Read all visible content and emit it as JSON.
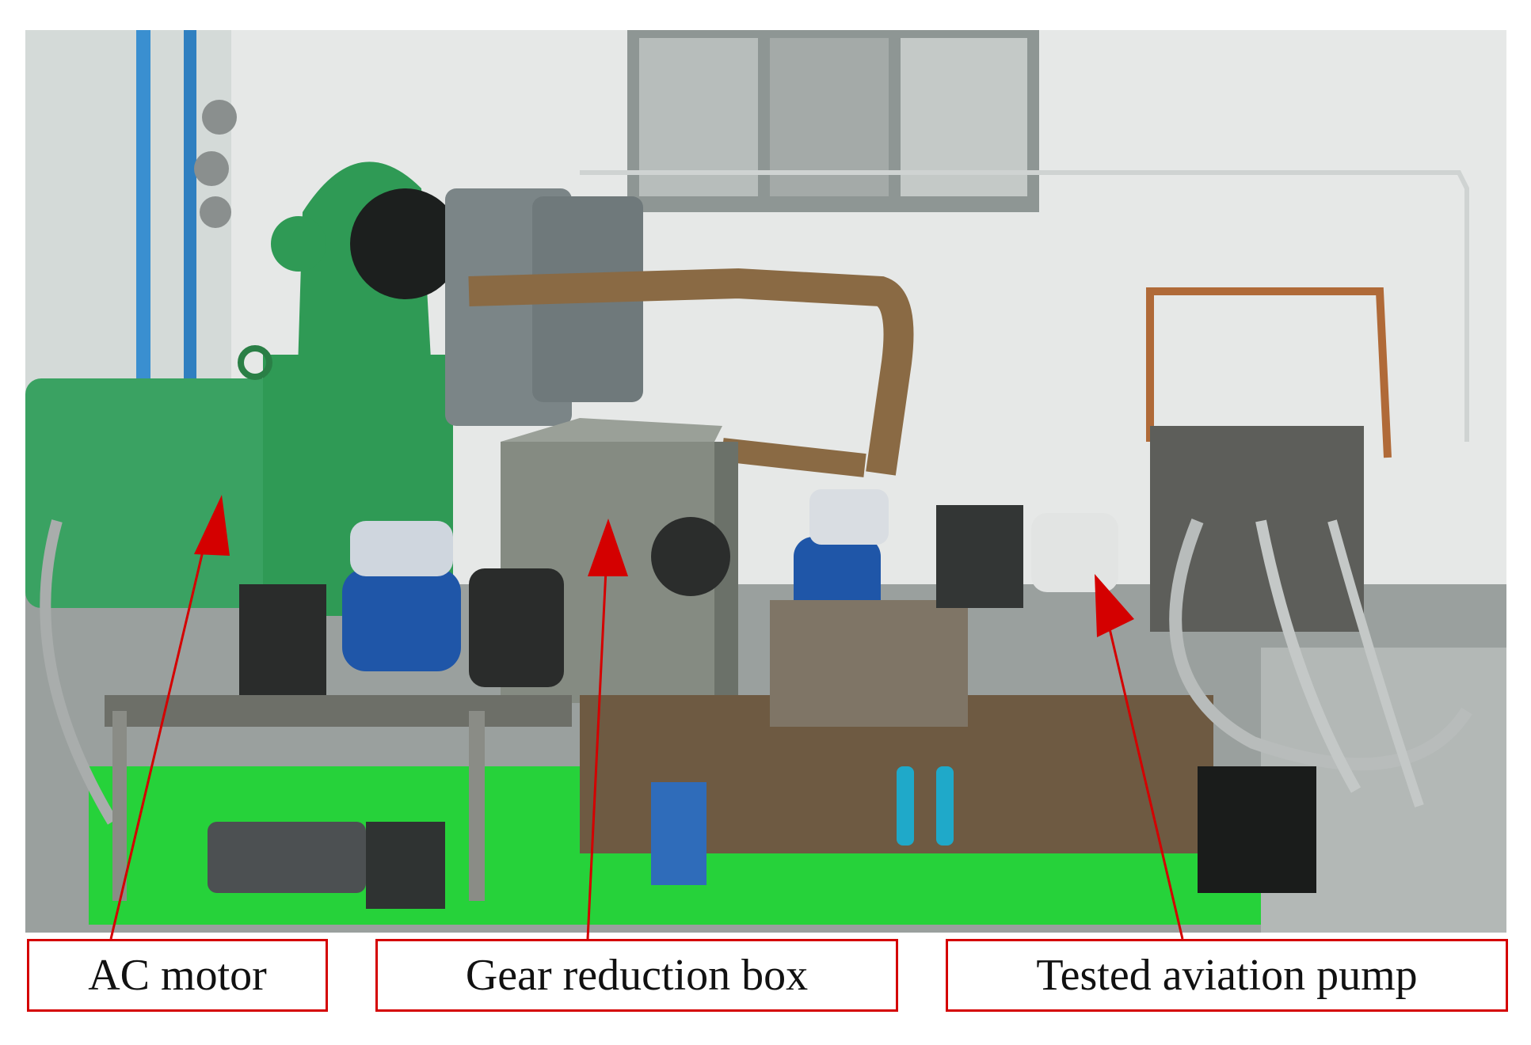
{
  "labels": {
    "ac_motor": "AC motor",
    "gear_reduction_box": "Gear reduction box",
    "tested_aviation_pump": "Tested aviation pump"
  },
  "colors": {
    "callout_red": "#d40000",
    "machine_green": "#2f9a55",
    "floor_green": "#1fd633",
    "motor_blue": "#1f56a8"
  }
}
